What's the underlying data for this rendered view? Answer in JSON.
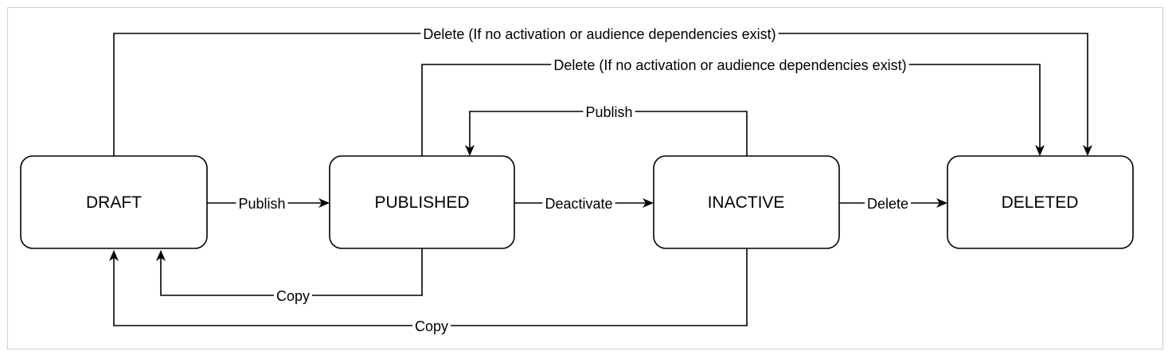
{
  "states": {
    "draft": "DRAFT",
    "published": "PUBLISHED",
    "inactive": "INACTIVE",
    "deleted": "DELETED"
  },
  "transitions": {
    "draft_publish": "Publish",
    "published_deactivate": "Deactivate",
    "inactive_delete": "Delete",
    "inactive_publish": "Publish",
    "published_copy": "Copy",
    "inactive_copy": "Copy",
    "draft_delete": "Delete (If no activation or audience dependencies exist)",
    "published_delete": "Delete (If no activation or audience dependencies exist)"
  },
  "colors": {
    "stroke": "#000000",
    "frame": "#cfcfcf",
    "background": "#ffffff"
  }
}
